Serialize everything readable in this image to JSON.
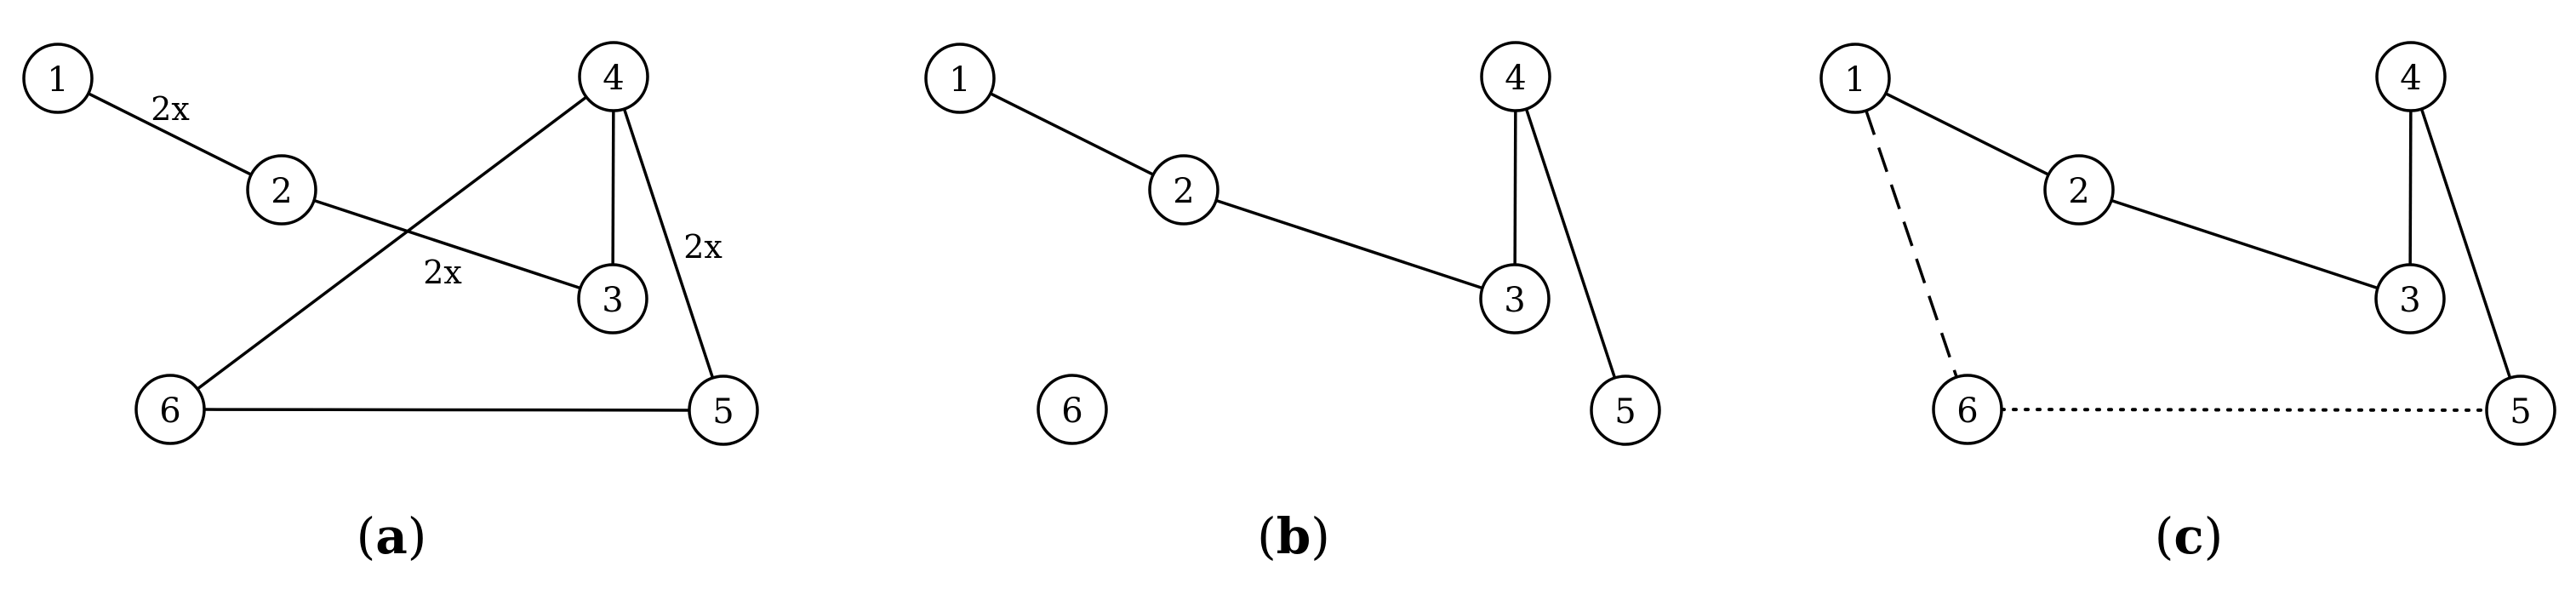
{
  "panels": [
    {
      "id": "a",
      "caption_open": "(",
      "caption_letter": "a",
      "caption_close": ")",
      "nodes": [
        "1",
        "2",
        "3",
        "4",
        "5",
        "6"
      ],
      "edges": [
        {
          "from": "1",
          "to": "2",
          "style": "solid",
          "label": "2x"
        },
        {
          "from": "2",
          "to": "3",
          "style": "solid",
          "label": "2x"
        },
        {
          "from": "4",
          "to": "3",
          "style": "solid",
          "label": ""
        },
        {
          "from": "4",
          "to": "5",
          "style": "solid",
          "label": "2x"
        },
        {
          "from": "4",
          "to": "6",
          "style": "solid",
          "label": ""
        },
        {
          "from": "6",
          "to": "5",
          "style": "solid",
          "label": ""
        }
      ]
    },
    {
      "id": "b",
      "caption_open": "(",
      "caption_letter": "b",
      "caption_close": ")",
      "nodes": [
        "1",
        "2",
        "3",
        "4",
        "5",
        "6"
      ],
      "edges": [
        {
          "from": "1",
          "to": "2",
          "style": "solid",
          "label": ""
        },
        {
          "from": "2",
          "to": "3",
          "style": "solid",
          "label": ""
        },
        {
          "from": "4",
          "to": "3",
          "style": "solid",
          "label": ""
        },
        {
          "from": "4",
          "to": "5",
          "style": "solid",
          "label": ""
        }
      ]
    },
    {
      "id": "c",
      "caption_open": "(",
      "caption_letter": "c",
      "caption_close": ")",
      "nodes": [
        "1",
        "2",
        "3",
        "4",
        "5",
        "6"
      ],
      "edges": [
        {
          "from": "1",
          "to": "2",
          "style": "solid",
          "label": ""
        },
        {
          "from": "2",
          "to": "3",
          "style": "solid",
          "label": ""
        },
        {
          "from": "4",
          "to": "3",
          "style": "solid",
          "label": ""
        },
        {
          "from": "4",
          "to": "5",
          "style": "solid",
          "label": ""
        },
        {
          "from": "1",
          "to": "6",
          "style": "dashed",
          "label": ""
        },
        {
          "from": "6",
          "to": "5",
          "style": "dotted",
          "label": ""
        }
      ]
    }
  ]
}
